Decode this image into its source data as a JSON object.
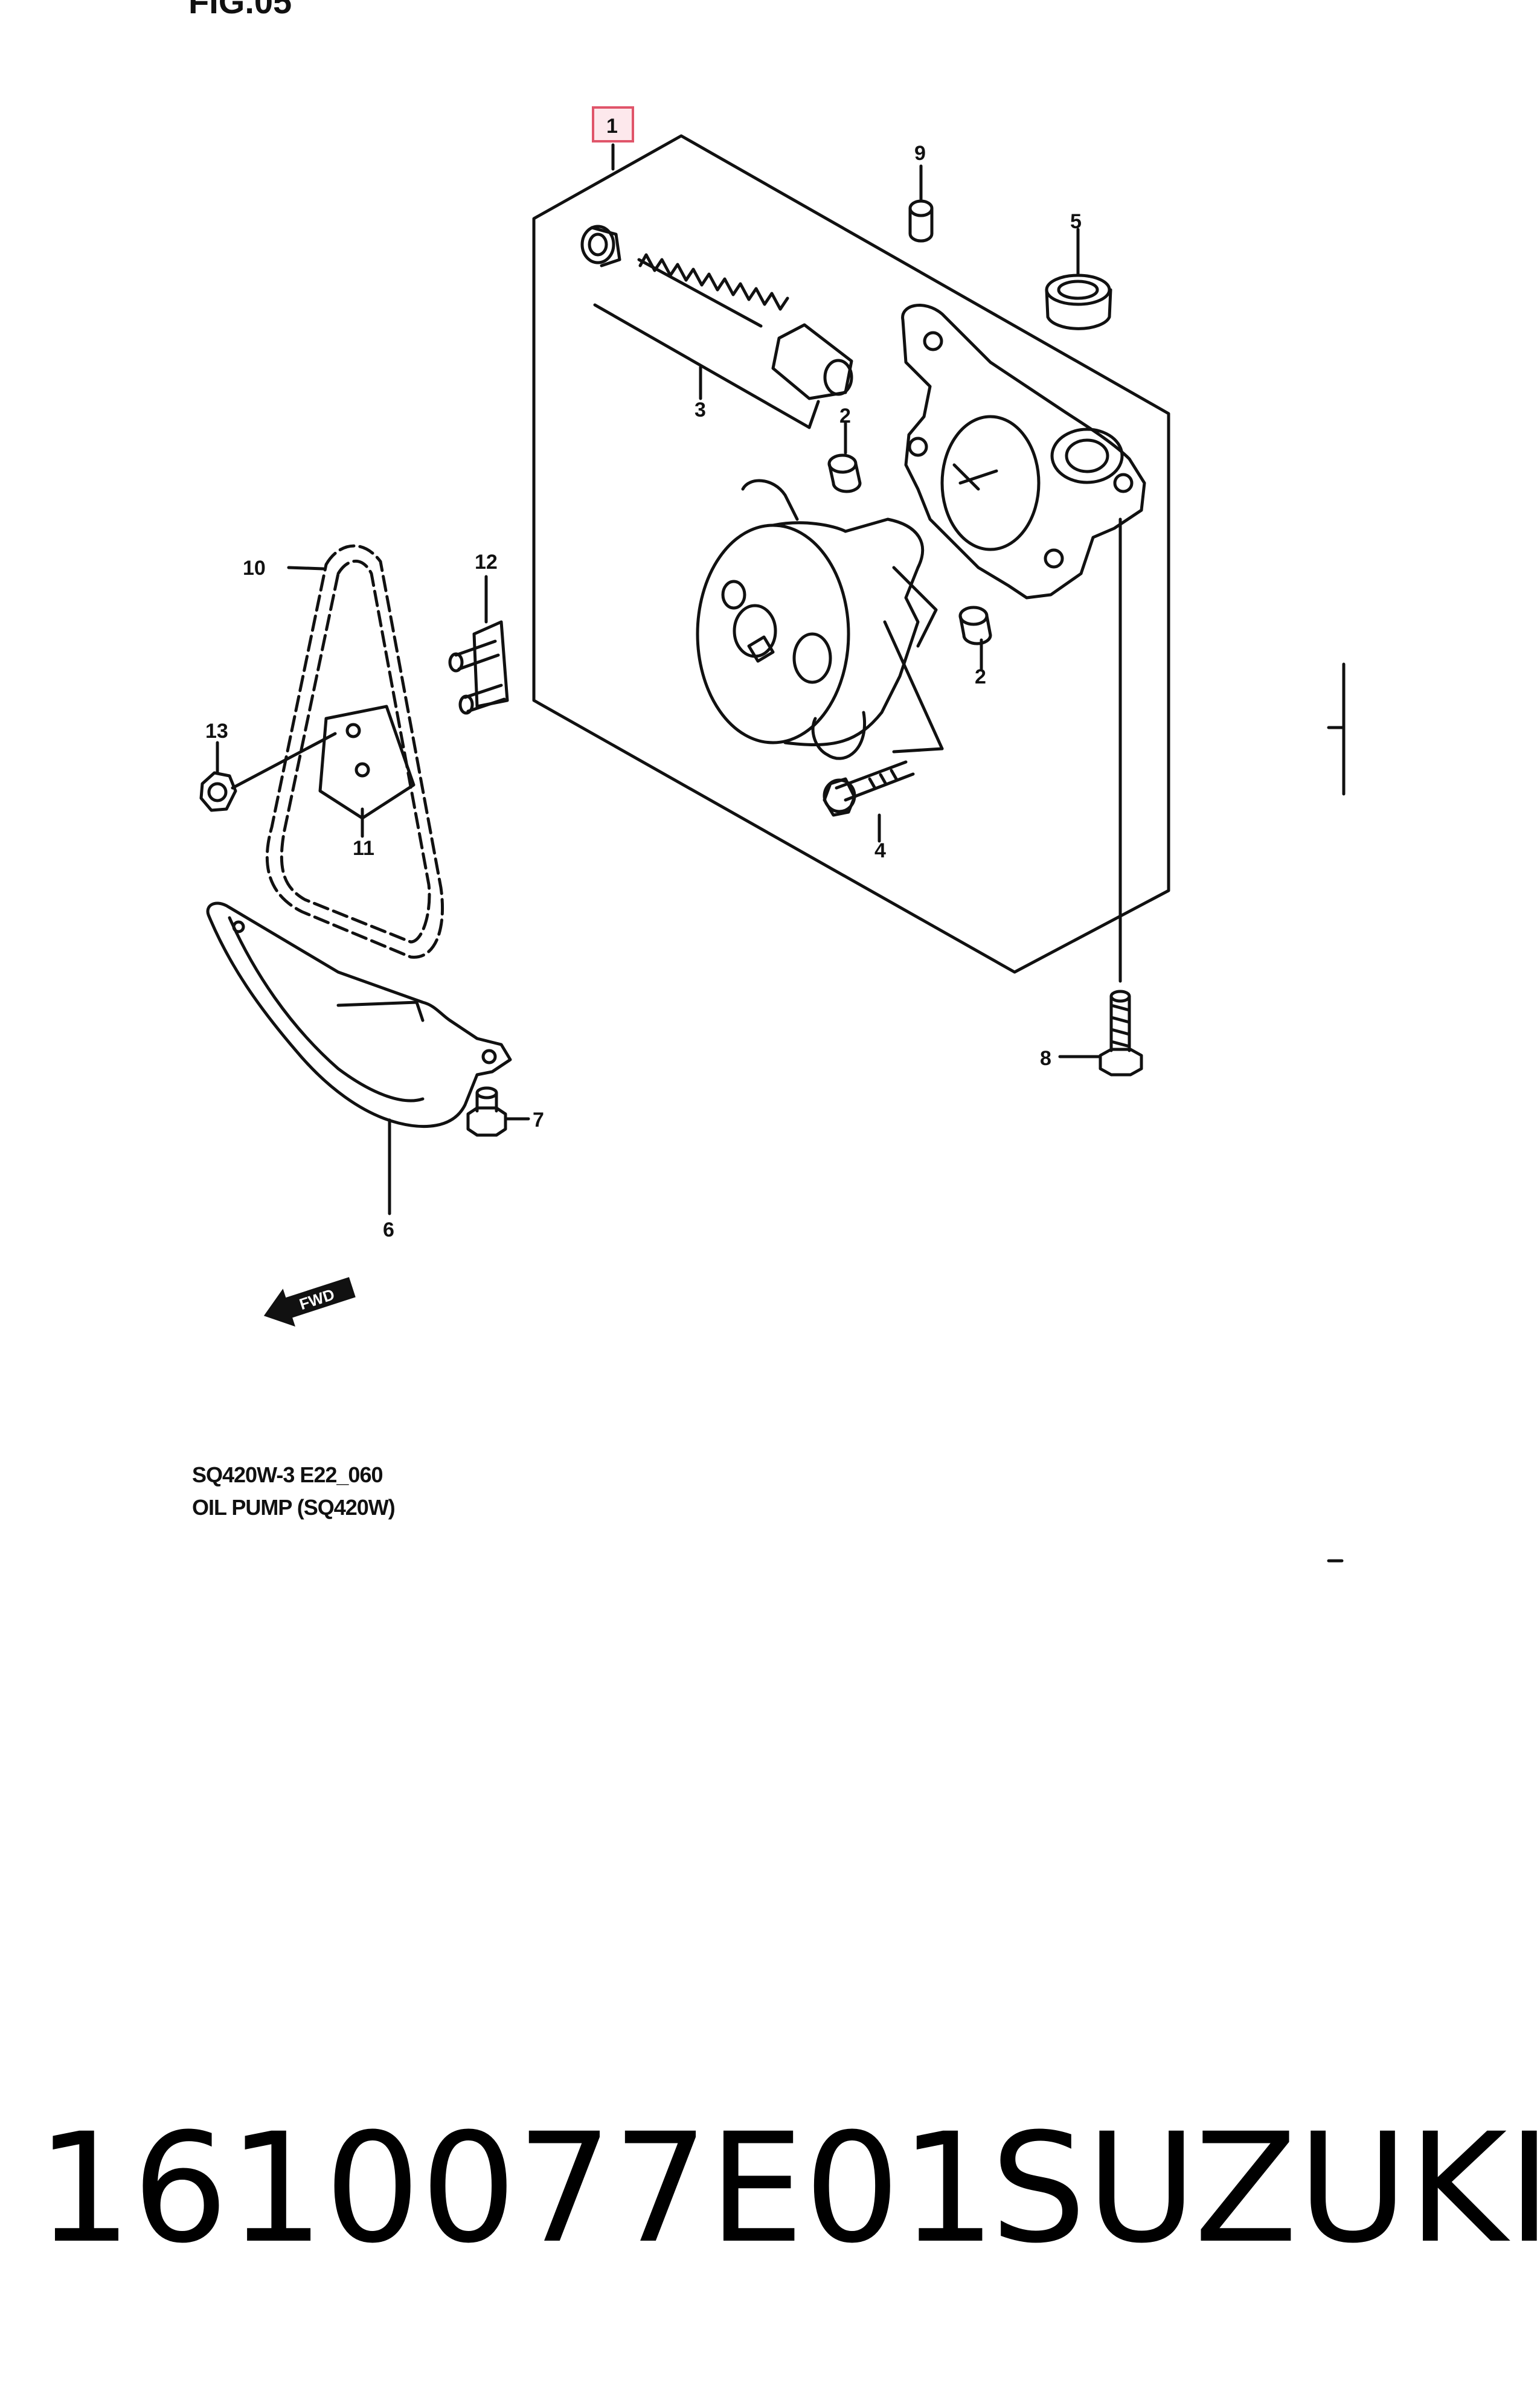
{
  "figure": {
    "header": "FIG.05",
    "code": "SQ420W-3 E22_060",
    "title": "OIL PUMP (SQ420W)"
  },
  "callouts": [
    "1",
    "2",
    "2",
    "3",
    "4",
    "5",
    "6",
    "7",
    "8",
    "9",
    "10",
    "11",
    "12",
    "13"
  ],
  "fwd_label": "FWD",
  "highlight_color": "#e0556a",
  "product": {
    "part_number": "1610077E01",
    "brand": "SUZUKI"
  }
}
